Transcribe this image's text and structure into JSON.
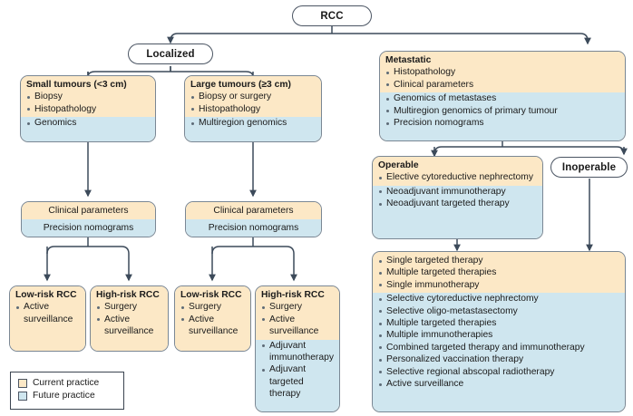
{
  "diagram": {
    "root": {
      "label": "RCC"
    },
    "branches": {
      "localized": {
        "label": "Localized"
      },
      "metastatic_title": "Metastatic"
    },
    "localized_small": {
      "title": "Small tumours (<3 cm)",
      "cream_items": [
        "Biopsy",
        "Histopathology"
      ],
      "blue_items": [
        "Genomics"
      ]
    },
    "localized_large": {
      "title": "Large tumours (≥3 cm)",
      "cream_items": [
        "Biopsy or surgery",
        "Histopathology"
      ],
      "blue_items": [
        "Multiregion genomics"
      ]
    },
    "metastatic": {
      "title": "Metastatic",
      "cream_items": [
        "Histopathology",
        "Clinical parameters"
      ],
      "blue_items": [
        "Genomics of metastases",
        "Multiregion genomics of primary tumour",
        "Precision nomograms"
      ]
    },
    "nomogram_left": {
      "cream_row": "Clinical parameters",
      "blue_row": "Precision nomograms"
    },
    "nomogram_right": {
      "cream_row": "Clinical parameters",
      "blue_row": "Precision nomograms"
    },
    "operable": {
      "title": "Operable",
      "cream_items": [
        "Elective cytoreductive nephrectomy"
      ],
      "blue_items": [
        "Neoadjuvant immunotherapy",
        "Neoadjuvant targeted therapy"
      ]
    },
    "inoperable": {
      "label": "Inoperable"
    },
    "small_low_risk": {
      "title": "Low-risk RCC",
      "cream_items": [
        "Active surveillance"
      ],
      "blue_items": []
    },
    "small_high_risk": {
      "title": "High-risk RCC",
      "cream_items": [
        "Surgery",
        "Active surveillance"
      ],
      "blue_items": []
    },
    "large_low_risk": {
      "title": "Low-risk RCC",
      "cream_items": [
        "Surgery",
        "Active surveillance"
      ],
      "blue_items": []
    },
    "large_high_risk": {
      "title": "High-risk RCC",
      "cream_items": [
        "Surgery",
        "Active surveillance"
      ],
      "blue_items": [
        "Adjuvant immunotherapy",
        "Adjuvant targeted therapy"
      ]
    },
    "metastatic_therapies": {
      "cream_items": [
        "Single targeted therapy",
        "Multiple targeted therapies",
        "Single immunotherapy"
      ],
      "blue_items": [
        "Selective cytoreductive nephrectomy",
        "Selective oligo-metastasectomy",
        "Multiple targeted therapies",
        "Multiple immunotherapies",
        "Combined targeted therapy and immunotherapy",
        "Personalized vaccination therapy",
        "Selective regional abscopal radiotherapy",
        "Active surveillance"
      ]
    },
    "legend": {
      "current": "Current practice",
      "future": "Future practice"
    },
    "colors": {
      "current_practice": "#fce8c6",
      "future_practice": "#cfe6ef",
      "edge": "#3c4a5a",
      "border": "#7a8794"
    }
  }
}
